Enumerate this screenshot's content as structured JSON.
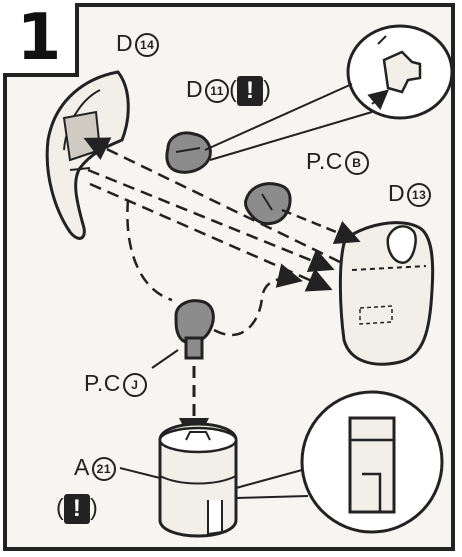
{
  "step": {
    "number": "1"
  },
  "labels": {
    "d14": {
      "letter": "D",
      "num": "14"
    },
    "d11": {
      "letter": "D",
      "num": "11",
      "open": "(",
      "close": ")",
      "warning": "!"
    },
    "pcb": {
      "prefix": "P.C",
      "num": "B"
    },
    "d13": {
      "letter": "D",
      "num": "13"
    },
    "pcj": {
      "prefix": "P.C",
      "num": "J"
    },
    "a21": {
      "letter": "A",
      "num": "21",
      "open": "(",
      "close": ")",
      "warning": "!"
    }
  },
  "colors": {
    "frame": "#222222",
    "part_fill": "#f2efe9",
    "dark_part": "#8c8c8c",
    "warning_bg": "#222222"
  }
}
